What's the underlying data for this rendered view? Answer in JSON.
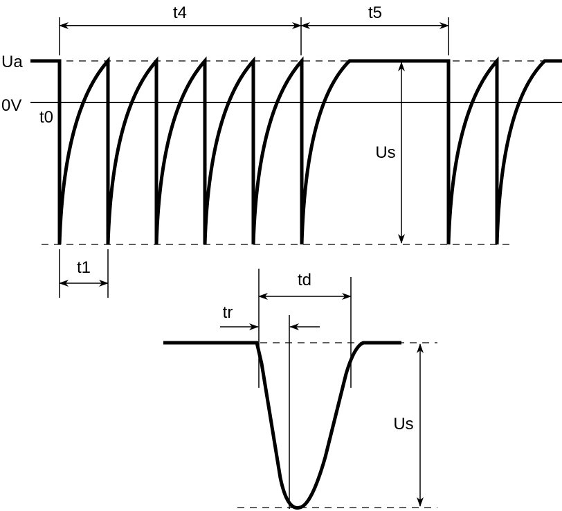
{
  "diagram": {
    "type": "pulse-waveform",
    "colors": {
      "line": "#000000",
      "background": "#ffffff"
    },
    "top_waveform": {
      "labels": {
        "ua": "Ua",
        "zero_v": "0V",
        "t0": "t0",
        "t4": "t4",
        "t5": "t5",
        "t1": "t1",
        "us": "Us"
      },
      "pulse_count_burst_1": 6,
      "pulse_count_burst_2": 2
    },
    "bottom_pulse": {
      "labels": {
        "tr": "tr",
        "td": "td",
        "us": "Us"
      }
    }
  }
}
